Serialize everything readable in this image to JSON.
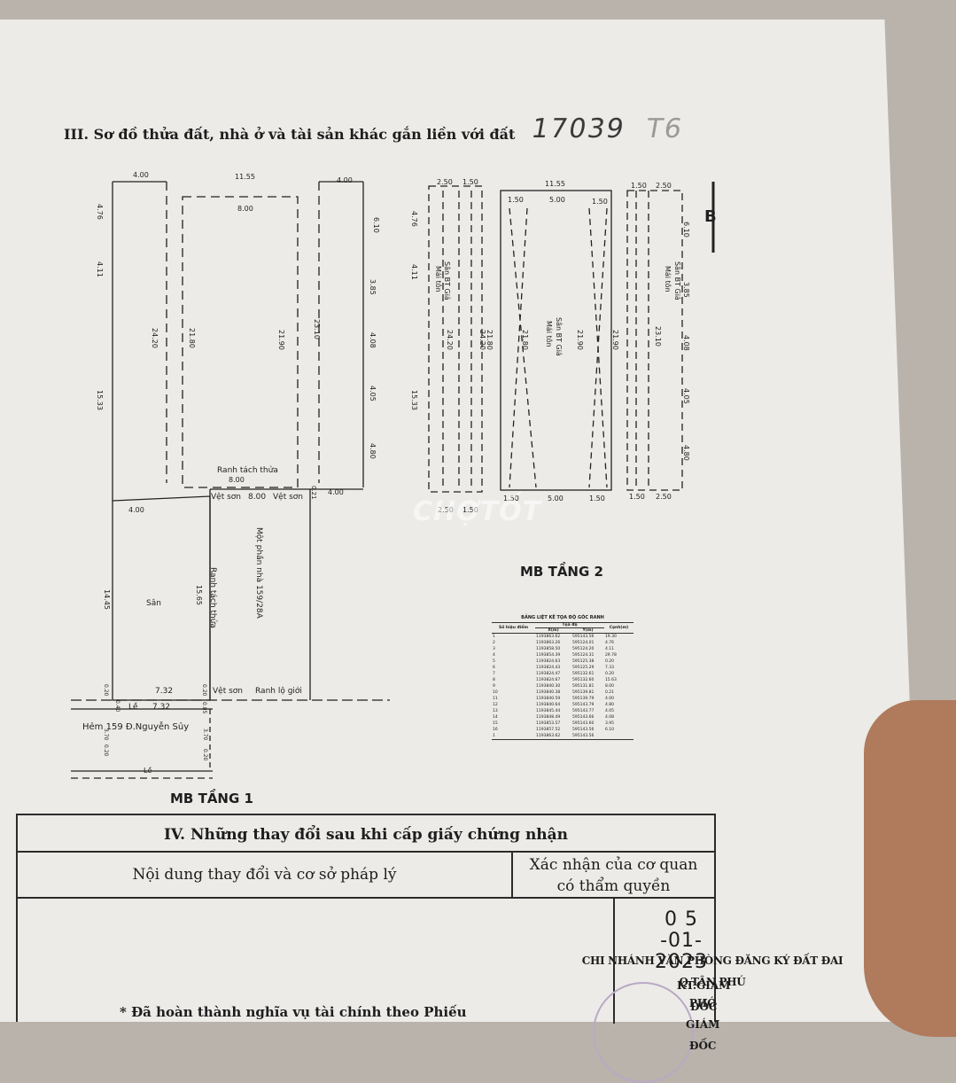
{
  "section3": {
    "title": "III. Sơ đồ thửa đất, nhà ở và tài sản khác gắn liền với đất",
    "handwritten_number": "17039",
    "handwritten_tag": "T6"
  },
  "plan1": {
    "name": "MB TẦNG 1",
    "top_dims": [
      "4.00",
      "11.55",
      "4.00"
    ],
    "inner_width": "8.00",
    "left_dims": [
      "4.76",
      "4.11",
      "15.33"
    ],
    "right_dims": [
      "6.10",
      "3.85",
      "4.08",
      "4.05",
      "4.80"
    ],
    "vertical_dims": [
      "24.20",
      "21.80",
      "21.90",
      "23.10"
    ],
    "ranh_tach_thua": "Ranh tách thửa",
    "ranh_tach_thua_dim": "8.00",
    "vet_son": "Vệt sơn",
    "vet_son_dim": "8.00",
    "dim_021": "0.21",
    "dim_400_right": "4.00",
    "dim_400_left": "4.00",
    "mot_phan_nha": "Một phần nhà 159/28A",
    "san": "Sân",
    "dim_1445": "14.45",
    "dim_1565": "15.65",
    "ranh_tach_thua_2": "Ranh tách thửa",
    "dim_732a": "7.32",
    "dim_732b": "7.32",
    "le": "Lề",
    "le2": "Lề",
    "vet_son_2": "Vệt sơn",
    "ranh_lo_gioi": "Ranh lộ giới",
    "street": "Hẻm 159 Đ.Nguyễn Sủy",
    "small_dims": [
      "0.20",
      "0.40",
      "0.20",
      "3.70",
      "0.20",
      "0.85",
      "3.70",
      "0.20"
    ]
  },
  "plan2": {
    "name": "MB TẦNG 2",
    "top_dims": [
      "2.50",
      "1.50",
      "11.55",
      "1.50",
      "2.50"
    ],
    "inner_dims": [
      "1.50",
      "5.00",
      "1.50"
    ],
    "bottom_dims": [
      "1.50",
      "5.00",
      "1.50",
      "1.50",
      "2.50"
    ],
    "bottom_left": [
      "2.50",
      "1.50"
    ],
    "left_dims": [
      "4.76",
      "4.11",
      "15.33"
    ],
    "right_dims": [
      "6.10",
      "3.85",
      "4.08",
      "4.05",
      "4.80"
    ],
    "vertical_dims": [
      "24.20",
      "24.20",
      "21.80",
      "21.80",
      "21.90",
      "21.90",
      "23.10"
    ],
    "san_label": "Sân BT Giả",
    "mai_label": "Mái tôn",
    "marker": "B"
  },
  "watermark": "CHỢTỐT",
  "coord_table": {
    "caption": "BẢNG LIỆT KÊ TỌA ĐỘ GÓC RANH",
    "headers": [
      "Số hiệu điểm",
      "X(m)",
      "Y(m)",
      "Cạnh(m)"
    ],
    "group_header": "Tọa độ",
    "rows": [
      [
        "1",
        "1193863.62",
        "595143.56",
        "19.30"
      ],
      [
        "2",
        "1193863.26",
        "595124.01",
        "4.76"
      ],
      [
        "3",
        "1193858.50",
        "595124.20",
        "4.11"
      ],
      [
        "4",
        "1193854.39",
        "595124.31",
        "29.78"
      ],
      [
        "5",
        "1193824.63",
        "595125.38",
        "0.20"
      ],
      [
        "6",
        "1193824.43",
        "595125.29",
        "7.33"
      ],
      [
        "7",
        "1193824.47",
        "595132.61",
        "0.20"
      ],
      [
        "8",
        "1193824.67",
        "595132.60",
        "15.63"
      ],
      [
        "9",
        "1193840.30",
        "595131.81",
        "8.00"
      ],
      [
        "10",
        "1193840.38",
        "595139.81",
        "0.21"
      ],
      [
        "11",
        "1193840.59",
        "595139.79",
        "4.00"
      ],
      [
        "12",
        "1193840.64",
        "595143.79",
        "4.80"
      ],
      [
        "13",
        "1193845.44",
        "595143.77",
        "4.05"
      ],
      [
        "14",
        "1193848.49",
        "595143.66",
        "4.08"
      ],
      [
        "15",
        "1193853.57",
        "595143.60",
        "3.95"
      ],
      [
        "16",
        "1193857.52",
        "595143.56",
        "6.10"
      ],
      [
        "1",
        "1193863.62",
        "595143.56",
        ""
      ]
    ]
  },
  "section4": {
    "title": "IV. Những thay đổi sau khi cấp giấy chứng nhận",
    "col1": "Nội dung thay đổi và cơ sở pháp lý",
    "col2_line1": "Xác nhận của cơ quan",
    "col2_line2": "có thẩm quyền",
    "date": "0 5 -01- 2023",
    "office": "CHI NHÁNH VĂN PHÒNG ĐĂNG KÝ ĐẤT ĐAI Q.TÂN PHÚ",
    "role1": "KT.GIÁM ĐỐC",
    "role2": "PHÓ GIÁM ĐỐC",
    "footnote": "* Đã hoàn thành nghĩa vụ tài chính theo Phiếu"
  }
}
